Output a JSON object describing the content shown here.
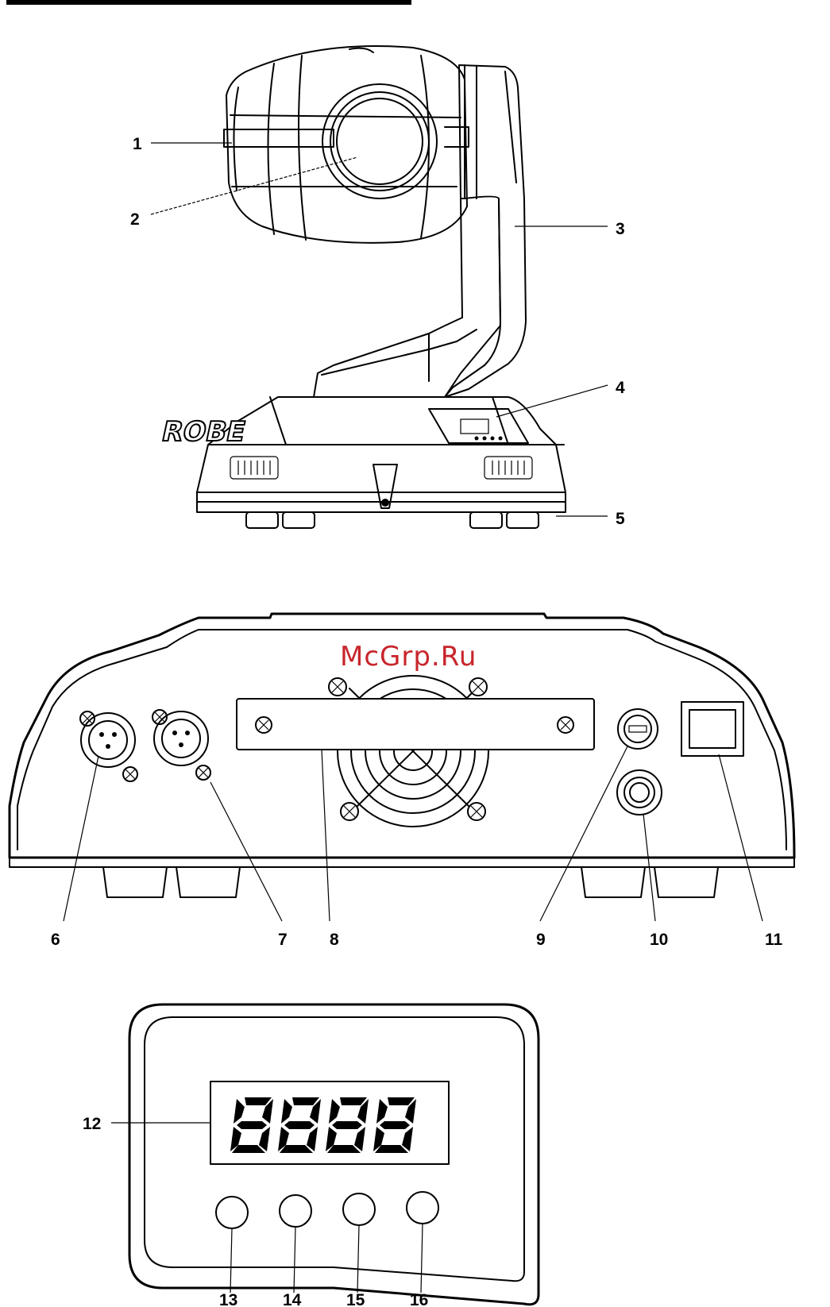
{
  "watermark": "McGrp.Ru",
  "brand_logo_text": "ROBE",
  "display_text": "8888",
  "callouts": {
    "c1": "1",
    "c2": "2",
    "c3": "3",
    "c4": "4",
    "c5": "5",
    "c6": "6",
    "c7": "7",
    "c8": "8",
    "c9": "9",
    "c10": "10",
    "c11": "11",
    "c12": "12",
    "c13": "13",
    "c14": "14",
    "c15": "15",
    "c16": "16"
  }
}
